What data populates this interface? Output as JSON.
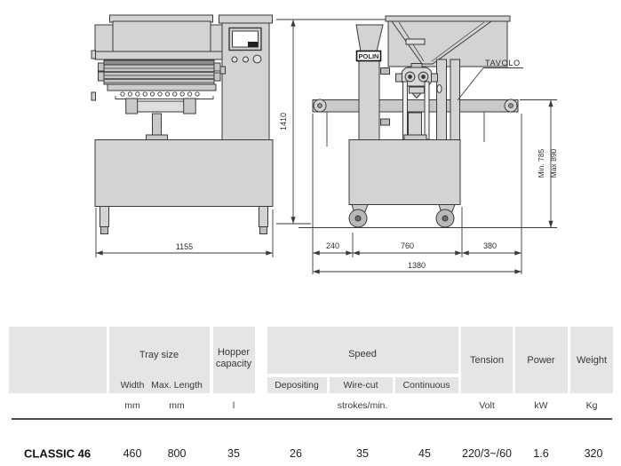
{
  "drawings": {
    "front": {
      "dim_width": "1155",
      "dim_height": "1410"
    },
    "side": {
      "brand": "POLIN",
      "label_table": "TAVOLO",
      "dim_left": "240",
      "dim_mid": "760",
      "dim_right": "380",
      "dim_total": "1380",
      "dim_min": "Min. 785",
      "dim_max": "Max 890"
    }
  },
  "spec_table": {
    "group_tray": "Tray size",
    "group_hopper_1": "Hopper",
    "group_hopper_2": "capacity",
    "group_speed": "Speed",
    "group_tension": "Tension",
    "group_power": "Power",
    "group_weight": "Weight",
    "sub_width": "Width",
    "sub_max_length": "Max. Length",
    "sub_depositing": "Depositing",
    "sub_wirecut": "Wire-cut",
    "sub_continuous": "Continuous",
    "u_width": "mm",
    "u_maxlen": "mm",
    "u_hopper": "l",
    "u_speed": "strokes/min.",
    "u_tension": "Volt",
    "u_power": "kW",
    "u_weight": "Kg",
    "row": {
      "model": "CLASSIC 46",
      "width": "460",
      "max_length": "800",
      "hopper": "35",
      "depositing": "26",
      "wirecut": "35",
      "continuous": "45",
      "tension": "220/3~/60",
      "power": "1.6",
      "weight": "320"
    }
  },
  "colors": {
    "header_bg": "#e5e5e5",
    "machine_fill": "#d3d3d3",
    "line": "#3a3a3a"
  }
}
